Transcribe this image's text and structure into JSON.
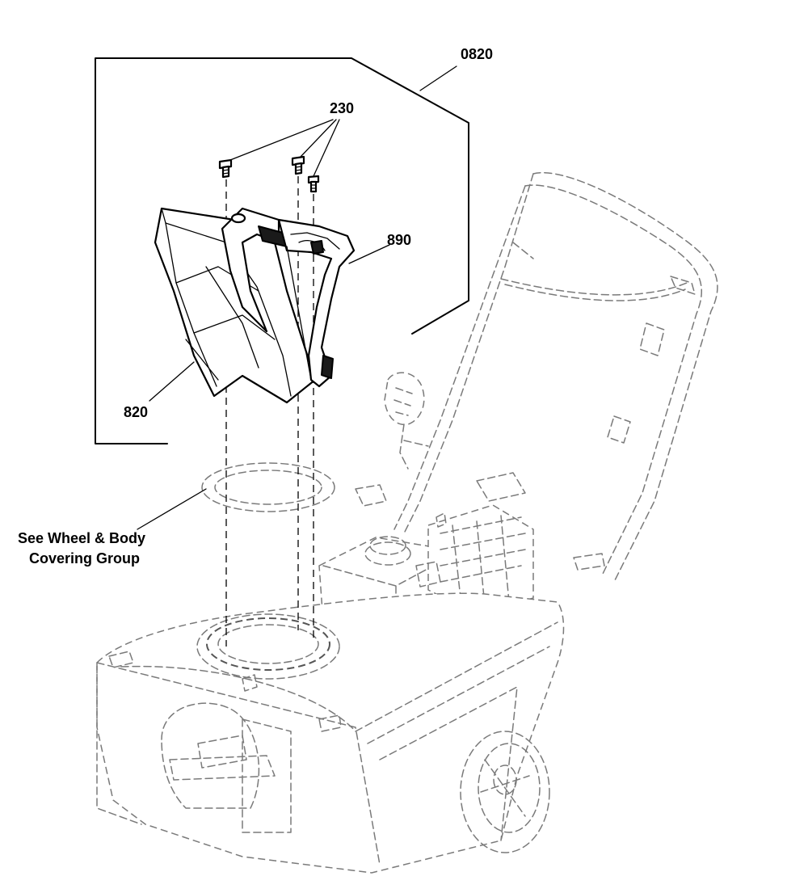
{
  "callouts": {
    "assembly": "0820",
    "screws": "230",
    "bracket": "890",
    "chute": "820",
    "reference_line1": "See Wheel & Body",
    "reference_line2": "Covering Group"
  }
}
